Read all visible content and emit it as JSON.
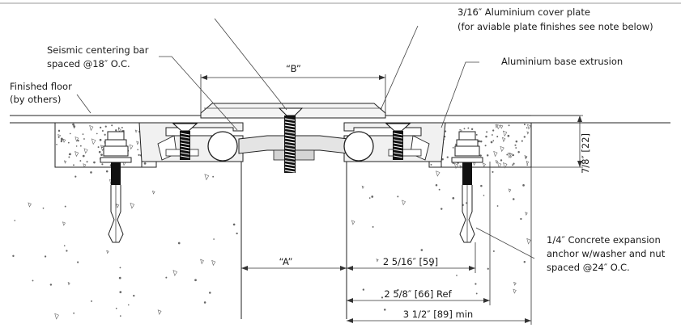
{
  "labels": {
    "cover_plate_line1": "3/16″ Aluminium cover plate",
    "cover_plate_line2": "(for aviable plate finishes see note below)",
    "centering_bar_line1": "Seismic centering bar",
    "centering_bar_line2": "spaced @18″ O.C.",
    "base_extrusion": "Aluminium base extrusion",
    "finished_floor_line1": "Finished floor",
    "finished_floor_line2": "(by others)",
    "anchor_line1": "1/4″ Concrete expansion",
    "anchor_line2": "anchor w/washer and nut",
    "anchor_line3": "spaced @24″ O.C."
  },
  "dimensions": {
    "b": "“B”",
    "a": "“A”",
    "depth": "7/8″ [22]",
    "d1": "2 5/16″ [59]",
    "d2": "2 5/8″ [66] Ref",
    "d3": "3 1/2″ [89] min"
  },
  "colors": {
    "line": "#222222",
    "fill_light": "#eeeeee",
    "fill_concrete": "#ffffff",
    "screw": "#111111"
  }
}
